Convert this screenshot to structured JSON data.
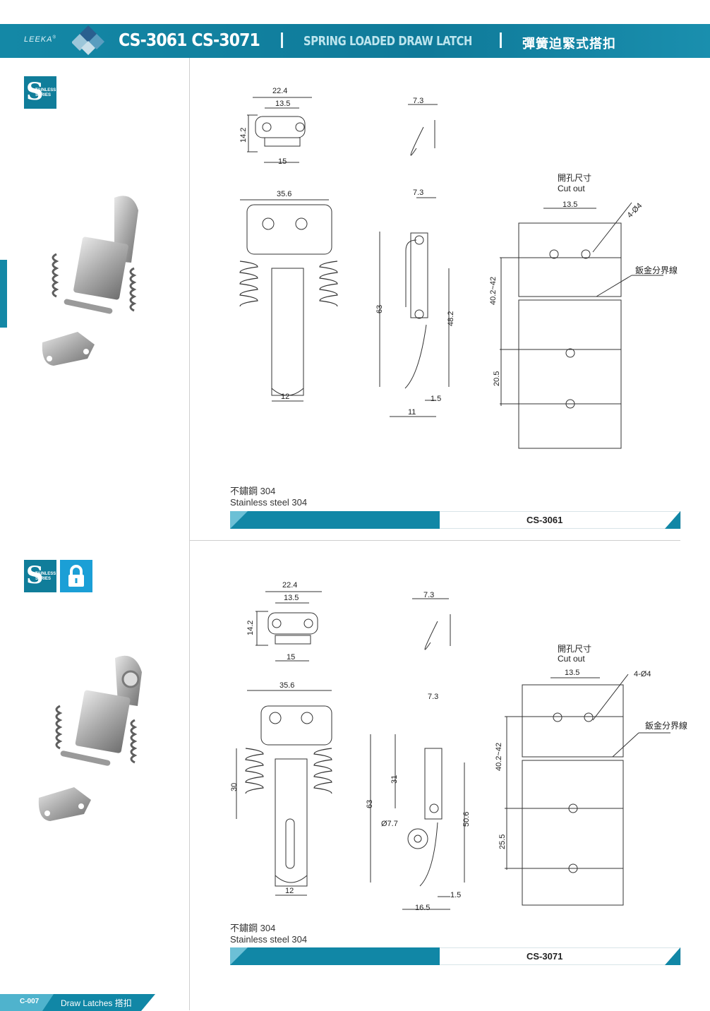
{
  "header": {
    "brand": "LEEKA",
    "brand_mark": "®",
    "models": "CS-3061 CS-3071",
    "title_en": "SPRING LOADED DRAW LATCH",
    "title_zh": "彈簧迫緊式搭扣",
    "separator": "|"
  },
  "badges": {
    "stainless_letter": "S",
    "stainless_line1": "TAINLESS",
    "stainless_line2": "SERIES"
  },
  "top_product": {
    "material_zh": "不鏽鋼 304",
    "material_en": "Stainless steel 304",
    "code": "CS-3061",
    "dims": {
      "w22_4": "22.4",
      "w13_5": "13.5",
      "h14_2": "14.2",
      "w15": "15",
      "w7_3a": "7.3",
      "w35_6": "35.6",
      "w7_3b": "7.3",
      "h63": "63",
      "h48_2": "48.2",
      "w12": "12",
      "w1_5": "1.5",
      "w11": "11",
      "cut_zh": "開孔尺寸",
      "cut_en": "Cut out",
      "c13_5": "13.5",
      "holes": "4-Ø4",
      "sheet_zh": "鈑金分界線",
      "c40": "40.2~42",
      "c20_5": "20.5"
    }
  },
  "bottom_product": {
    "material_zh": "不鏽鋼 304",
    "material_en": "Stainless steel 304",
    "code": "CS-3071",
    "dims": {
      "w22_4": "22.4",
      "w13_5": "13.5",
      "h14_2": "14.2",
      "w15": "15",
      "w7_3a": "7.3",
      "w35_6": "35.6",
      "h30": "30",
      "w12": "12",
      "w7_3b": "7.3",
      "h63": "63",
      "h31": "31",
      "d7_7": "Ø7.7",
      "h50_6": "50.6",
      "w1_5": "1.5",
      "w16_5": "16.5",
      "cut_zh": "開孔尺寸",
      "cut_en": "Cut out",
      "c13_5": "13.5",
      "holes": "4-Ø4",
      "sheet_zh": "鈑金分界線",
      "c40": "40.2~42",
      "c25_5": "25.5"
    }
  },
  "footer": {
    "page_code": "C-007",
    "section": "Draw Latches 搭扣"
  },
  "colors": {
    "teal": "#1187a6",
    "light_teal": "#6cc0d6",
    "lock_blue": "#1b9fd6"
  }
}
